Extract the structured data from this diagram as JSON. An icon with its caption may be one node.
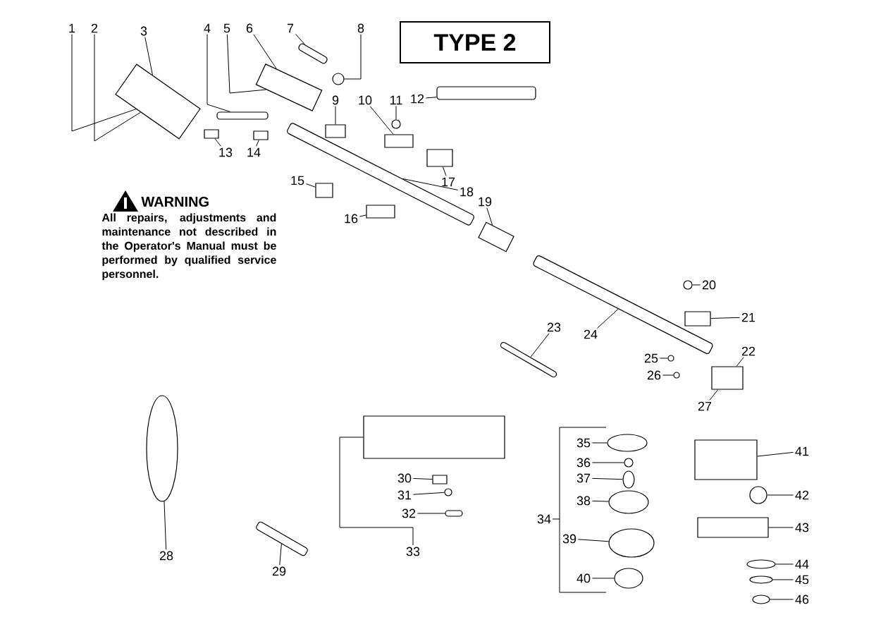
{
  "diagram": {
    "nodes": [
      {
        "text": [
          "1"
        ]
      },
      {
        "text": [
          "2"
        ]
      },
      {
        "text": [
          "3"
        ]
      },
      {
        "text": [
          "4"
        ]
      },
      {
        "text": [
          "5"
        ]
      },
      {
        "text": [
          "6"
        ]
      },
      {
        "text": [
          "7"
        ]
      },
      {
        "text": [
          "8"
        ]
      },
      {
        "text": [
          "9"
        ]
      },
      {
        "text": [
          "10"
        ]
      },
      {
        "text": [
          "11"
        ]
      },
      {
        "text": [
          "12"
        ]
      },
      {
        "text": [
          "13"
        ]
      },
      {
        "text": [
          "14"
        ]
      },
      {
        "text": [
          "15"
        ]
      },
      {
        "text": [
          "16"
        ]
      },
      {
        "text": [
          "17"
        ]
      },
      {
        "text": [
          "18"
        ]
      },
      {
        "text": [
          "19"
        ]
      },
      {
        "text": [
          "20"
        ]
      },
      {
        "text": [
          "21"
        ]
      },
      {
        "text": [
          "22"
        ]
      },
      {
        "text": [
          "23"
        ]
      },
      {
        "text": [
          "24"
        ]
      },
      {
        "text": [
          "25"
        ]
      },
      {
        "text": [
          "26"
        ]
      },
      {
        "text": [
          "27"
        ]
      },
      {
        "text": [
          "28"
        ]
      },
      {
        "text": [
          "29"
        ]
      },
      {
        "text": [
          "30"
        ]
      },
      {
        "text": [
          "31"
        ]
      },
      {
        "text": [
          "32"
        ]
      },
      {
        "text": [
          "33"
        ]
      },
      {
        "text": [
          "34"
        ]
      },
      {
        "text": [
          "35"
        ]
      },
      {
        "text": [
          "36"
        ]
      },
      {
        "text": [
          "37"
        ]
      },
      {
        "text": [
          "38"
        ]
      },
      {
        "text": [
          "39"
        ]
      },
      {
        "text": [
          "40"
        ]
      },
      {
        "text": [
          "41"
        ]
      },
      {
        "text": [
          "42"
        ]
      },
      {
        "text": [
          "43"
        ]
      },
      {
        "text": [
          "44"
        ]
      },
      {
        "text": [
          "45"
        ]
      },
      {
        "text": [
          "46"
        ]
      },
      {
        "text": [],
        "shape": "box"
      },
      {
        "text": [],
        "shape": "bar"
      },
      {
        "text": [],
        "shape": "box"
      },
      {
        "text": [],
        "shape": "bar"
      },
      {
        "text": [],
        "shape": "circle"
      },
      {
        "text": [],
        "shape": "box"
      },
      {
        "text": [],
        "shape": "box"
      },
      {
        "text": [],
        "shape": "circle"
      },
      {
        "text": [],
        "shape": "bar"
      },
      {
        "text": [],
        "shape": "box"
      },
      {
        "text": [],
        "shape": "box"
      },
      {
        "text": [],
        "shape": "box"
      },
      {
        "text": [],
        "shape": "box"
      },
      {
        "text": [],
        "shape": "box"
      },
      {
        "text": [],
        "shape": "bar"
      },
      {
        "text": [],
        "shape": "box"
      },
      {
        "text": [],
        "shape": "bar"
      },
      {
        "text": [],
        "shape": "bar"
      },
      {
        "text": [],
        "shape": "circle"
      },
      {
        "text": [],
        "shape": "box"
      },
      {
        "text": [],
        "shape": "box"
      },
      {
        "text": [],
        "shape": "circle"
      },
      {
        "text": [],
        "shape": "circle"
      },
      {
        "text": [],
        "shape": "ellipse"
      },
      {
        "text": [],
        "shape": "bar"
      },
      {
        "text": [],
        "shape": "box"
      },
      {
        "text": [],
        "shape": "box"
      },
      {
        "text": [],
        "shape": "circle"
      },
      {
        "text": [],
        "shape": "bar"
      },
      {
        "text": [],
        "shape": "ellipse"
      },
      {
        "text": [],
        "shape": "circle"
      },
      {
        "text": [],
        "shape": "ellipse"
      },
      {
        "text": [],
        "shape": "ellipse"
      },
      {
        "text": [],
        "shape": "ellipse"
      },
      {
        "text": [],
        "shape": "ellipse"
      },
      {
        "text": [],
        "shape": "box"
      },
      {
        "text": [],
        "shape": "circle"
      },
      {
        "text": [],
        "shape": "box"
      },
      {
        "text": [],
        "shape": "ellipse"
      },
      {
        "text": [],
        "shape": "ellipse"
      },
      {
        "text": [],
        "shape": "ellipse"
      },
      {
        "text": [
          "TYPE 2"
        ]
      }
    ],
    "edges": [
      {
        "from": 0,
        "to": 46,
        "arrow": "none"
      },
      {
        "from": 1,
        "to": 46,
        "arrow": "none"
      },
      {
        "from": 2,
        "to": 46,
        "arrow": "none"
      },
      {
        "from": 3,
        "to": 47,
        "arrow": "none"
      },
      {
        "from": 4,
        "to": 48,
        "arrow": "none"
      },
      {
        "from": 5,
        "to": 48,
        "arrow": "none"
      },
      {
        "from": 6,
        "to": 49,
        "arrow": "none"
      },
      {
        "from": 7,
        "to": 50,
        "arrow": "none"
      },
      {
        "from": 8,
        "to": 51,
        "arrow": "none"
      },
      {
        "from": 9,
        "to": 52,
        "arrow": "none"
      },
      {
        "from": 10,
        "to": 53,
        "arrow": "none"
      },
      {
        "from": 11,
        "to": 54,
        "arrow": "none"
      },
      {
        "from": 12,
        "to": 55,
        "arrow": "none"
      },
      {
        "from": 13,
        "to": 56,
        "arrow": "none"
      },
      {
        "from": 14,
        "to": 57,
        "arrow": "none"
      },
      {
        "from": 15,
        "to": 58,
        "arrow": "none"
      },
      {
        "from": 16,
        "to": 59,
        "arrow": "none"
      },
      {
        "from": 17,
        "to": 60,
        "arrow": "none"
      },
      {
        "from": 18,
        "to": 61,
        "arrow": "none"
      },
      {
        "from": 19,
        "to": 64,
        "arrow": "none"
      },
      {
        "from": 20,
        "to": 65,
        "arrow": "none"
      },
      {
        "from": 21,
        "to": 66,
        "arrow": "none"
      },
      {
        "from": 22,
        "to": 63,
        "arrow": "none"
      },
      {
        "from": 23,
        "to": 62,
        "arrow": "none"
      },
      {
        "from": 24,
        "to": 67,
        "arrow": "none"
      },
      {
        "from": 25,
        "to": 68,
        "arrow": "none"
      },
      {
        "from": 26,
        "to": 66,
        "arrow": "none"
      },
      {
        "from": 27,
        "to": 69,
        "arrow": "none"
      },
      {
        "from": 28,
        "to": 70,
        "arrow": "none"
      },
      {
        "from": 29,
        "to": 72,
        "arrow": "none"
      },
      {
        "from": 30,
        "to": 73,
        "arrow": "none"
      },
      {
        "from": 31,
        "to": 74,
        "arrow": "none"
      },
      {
        "from": 34,
        "to": 75,
        "arrow": "none"
      },
      {
        "from": 35,
        "to": 76,
        "arrow": "none"
      },
      {
        "from": 36,
        "to": 77,
        "arrow": "none"
      },
      {
        "from": 37,
        "to": 78,
        "arrow": "none"
      },
      {
        "from": 38,
        "to": 79,
        "arrow": "none"
      },
      {
        "from": 39,
        "to": 80,
        "arrow": "none"
      },
      {
        "from": 40,
        "to": 81,
        "arrow": "none"
      },
      {
        "from": 41,
        "to": 82,
        "arrow": "none"
      },
      {
        "from": 42,
        "to": 83,
        "arrow": "none"
      },
      {
        "from": 43,
        "to": 84,
        "arrow": "none"
      },
      {
        "from": 44,
        "to": 85,
        "arrow": "none"
      },
      {
        "from": 45,
        "to": 86,
        "arrow": "none"
      },
      {
        "from": 32,
        "to": 71,
        "arrow": "none"
      }
    ],
    "labels": [
      "WARNING",
      "All repairs, adjustments and maintenance not described in the Operator's Manual must be performed by qualified service personnel."
    ]
  }
}
